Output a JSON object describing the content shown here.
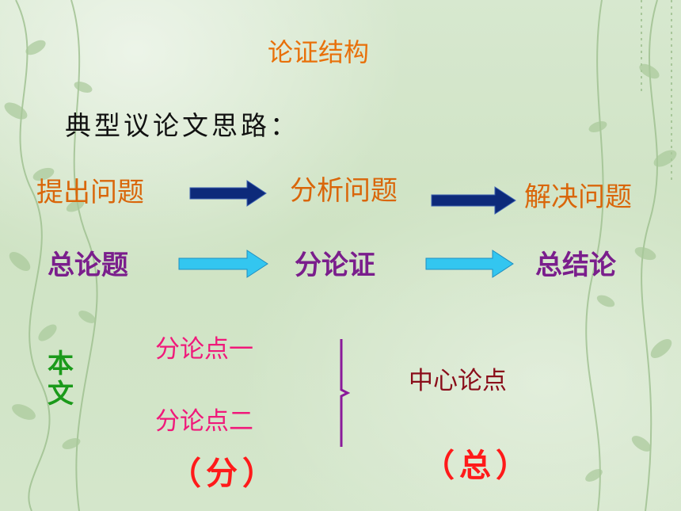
{
  "slide": {
    "title": "论证结构",
    "subtitle": "典型议论文思路：",
    "row1": [
      "提出问题",
      "分析问题",
      "解决问题"
    ],
    "row2": [
      "总论题",
      "分论证",
      "总结论"
    ],
    "side_label": "本文",
    "sub_points": [
      "分论点一",
      "分论点二"
    ],
    "center_point": "中心论点",
    "label_fen": "（分）",
    "label_zong": "（总）"
  },
  "colors": {
    "title": "#e8700a",
    "row1_text": "#d9660a",
    "row2_text": "#7a1e8c",
    "row1_arrow": "#0d2a7a",
    "row2_arrow": "#33c6f0",
    "sub_points": "#f0197a",
    "center_point": "#8a0d1a",
    "fen_zong": "#ff1a1a",
    "side_label": "#1a9a1a"
  }
}
